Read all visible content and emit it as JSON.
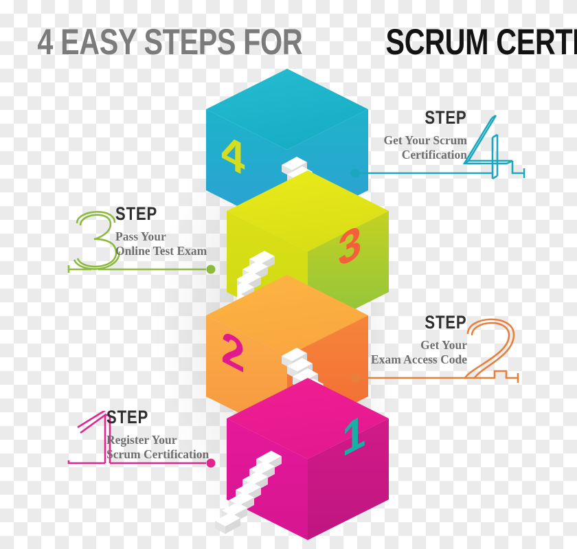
{
  "title": {
    "light_part": "4 EASY STEPS FOR ",
    "bold_part": "SCRUM CERTIFICATION"
  },
  "steps": [
    {
      "id": "step-4",
      "step_label": "STEP",
      "number": "4",
      "description_line1": "Get Your Scrum",
      "description_line2": "Certification",
      "accent_color": "#1ba7bd",
      "side": "right"
    },
    {
      "id": "step-3",
      "step_label": "STEP",
      "number": "3",
      "description_line1": "Pass Your",
      "description_line2": "Online Test Exam",
      "accent_color": "#8cba3f",
      "side": "left"
    },
    {
      "id": "step-2",
      "step_label": "STEP",
      "number": "2",
      "description_line1": "Get Your",
      "description_line2": "Exam Access Code",
      "accent_color": "#e8803c",
      "side": "right"
    },
    {
      "id": "step-1",
      "step_label": "STEP",
      "number": "1",
      "description_line1": "Register Your",
      "description_line2": "Scrum Certification",
      "accent_color": "#e1248f",
      "side": "left"
    }
  ],
  "cubes": [
    {
      "id": "cube-4",
      "number": "4",
      "number_color": "#d6dd1e",
      "number_face": "left",
      "top_color": "#1fb6cb",
      "left_color": "#17a9c4",
      "right_color": "#1fb6cb"
    },
    {
      "id": "cube-3",
      "number": "3",
      "number_color": "#f4603a",
      "number_face": "right",
      "top_color": "#e4e617",
      "left_color": "#d4db17",
      "right_color": "#a9c73a"
    },
    {
      "id": "cube-2",
      "number": "2",
      "number_color": "#e01a8a",
      "number_face": "left",
      "top_color": "#fbb040",
      "left_color": "#faa946",
      "right_color": "#f47b35"
    },
    {
      "id": "cube-1",
      "number": "1",
      "number_color": "#16b1a4",
      "number_face": "right",
      "top_color": "#ec1b8d",
      "left_color": "#e3189a",
      "right_color": "#cc1686"
    }
  ],
  "stairs_color": "#f2f2f2",
  "background": "transparent-checkerboard"
}
